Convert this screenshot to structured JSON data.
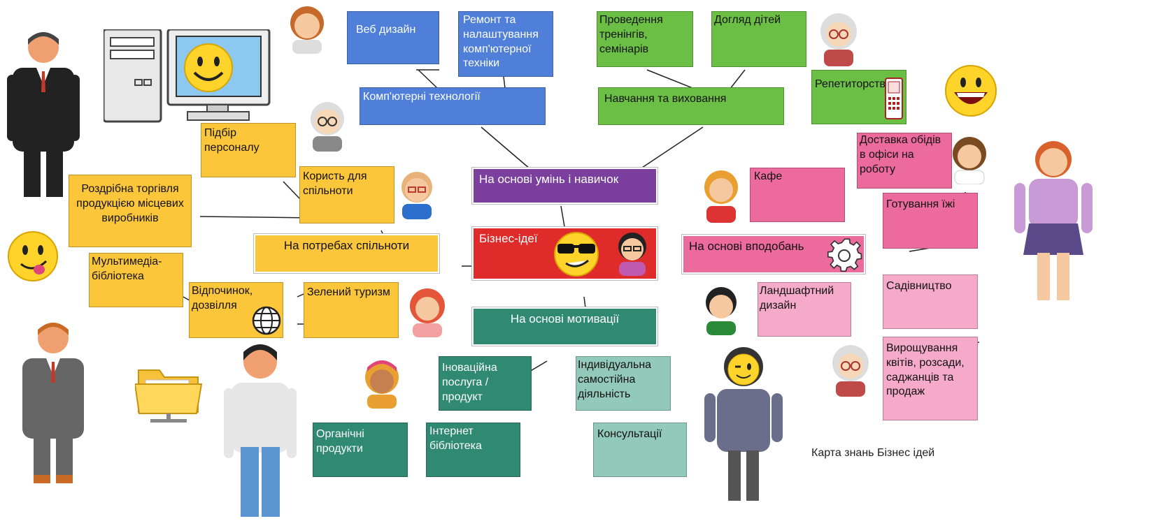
{
  "center": "Бізнес-ідеї",
  "caption": "Карта знань Бізнес ідей",
  "branches": {
    "skills": {
      "label": "На основі умінь і навичок",
      "computer": {
        "label": "Комп'ютерні технології",
        "web": "Веб дизайн",
        "repair": "Ремонт та налаштування комп'ютерної техніки"
      },
      "education": {
        "label": "Навчання та виховання",
        "trainings": "Проведення тренінгів, семінарів",
        "childcare": "Догляд дітей",
        "tutoring": "Репетиторство"
      }
    },
    "community": {
      "label": "На потребах спільноти",
      "benefit": {
        "label": "Користь для спільноти",
        "recruiting": "Підбір персоналу",
        "retail": "Роздрібна торгівля продукцією місцевих виробників"
      },
      "leisure": {
        "label": "Відпочинок, дозвілля",
        "multimedia": "Мультимедіа-бібліотека",
        "ecotourism": "Зелений туризм"
      }
    },
    "hobbies": {
      "label": "На основі вподобань",
      "cooking": {
        "label": "Готування їжі",
        "cafe": "Кафе",
        "delivery": "Доставка обідів в офіси на роботу"
      },
      "gardening": {
        "label": "Садівництво",
        "landscape": "Ландшафтний дизайн",
        "flowers": "Вирощування квітів, розсади, саджанців та продаж"
      }
    },
    "motivation": {
      "label": "На основі мотивації",
      "innovation": {
        "label": "Іноваційна послуга / продукт",
        "organic": "Органічні продукти",
        "internet_library": "Інтернет бібліотека"
      },
      "individual": {
        "label": "Індивідуальна самостійна діяльність",
        "consulting": "Консультації"
      }
    }
  },
  "colors": {
    "skills": "#7b3f9e",
    "community": "#fcc63a",
    "hobbies": "#ec6a9c",
    "motivation": "#2f8a71",
    "center": "#e02b2b",
    "computer": "#4f7fd9",
    "education": "#6cbf45"
  },
  "icons": [
    "person-suit-icon",
    "computer-icon",
    "smiley-icon",
    "cool-smiley-icon",
    "gear-icon",
    "globe-icon",
    "folder-icon",
    "phone-icon",
    "avatar-icon"
  ]
}
